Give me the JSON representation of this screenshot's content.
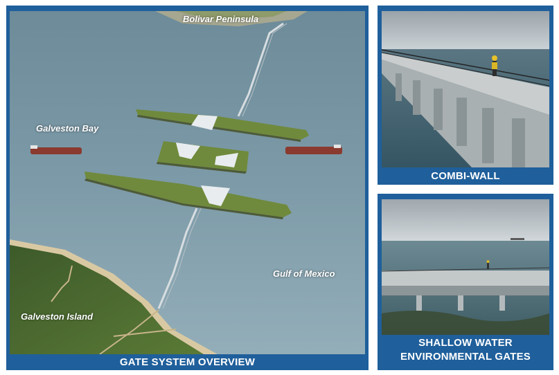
{
  "main_panel": {
    "caption": "GATE SYSTEM OVERVIEW",
    "labels": {
      "bolivar": "Bolivar Peninsula",
      "galveston_bay": "Galveston Bay",
      "gulf": "Gulf of Mexico",
      "galveston_island": "Galveston Island"
    }
  },
  "combi_panel": {
    "caption": "COMBI-WALL"
  },
  "shallow_panel": {
    "caption_line1": "SHALLOW WATER",
    "caption_line2": "ENVIRONMENTAL GATES"
  },
  "colors": {
    "frame_blue": "#1f5f9b",
    "water": "#7f9cab",
    "island_green": "#6f8a3c"
  }
}
